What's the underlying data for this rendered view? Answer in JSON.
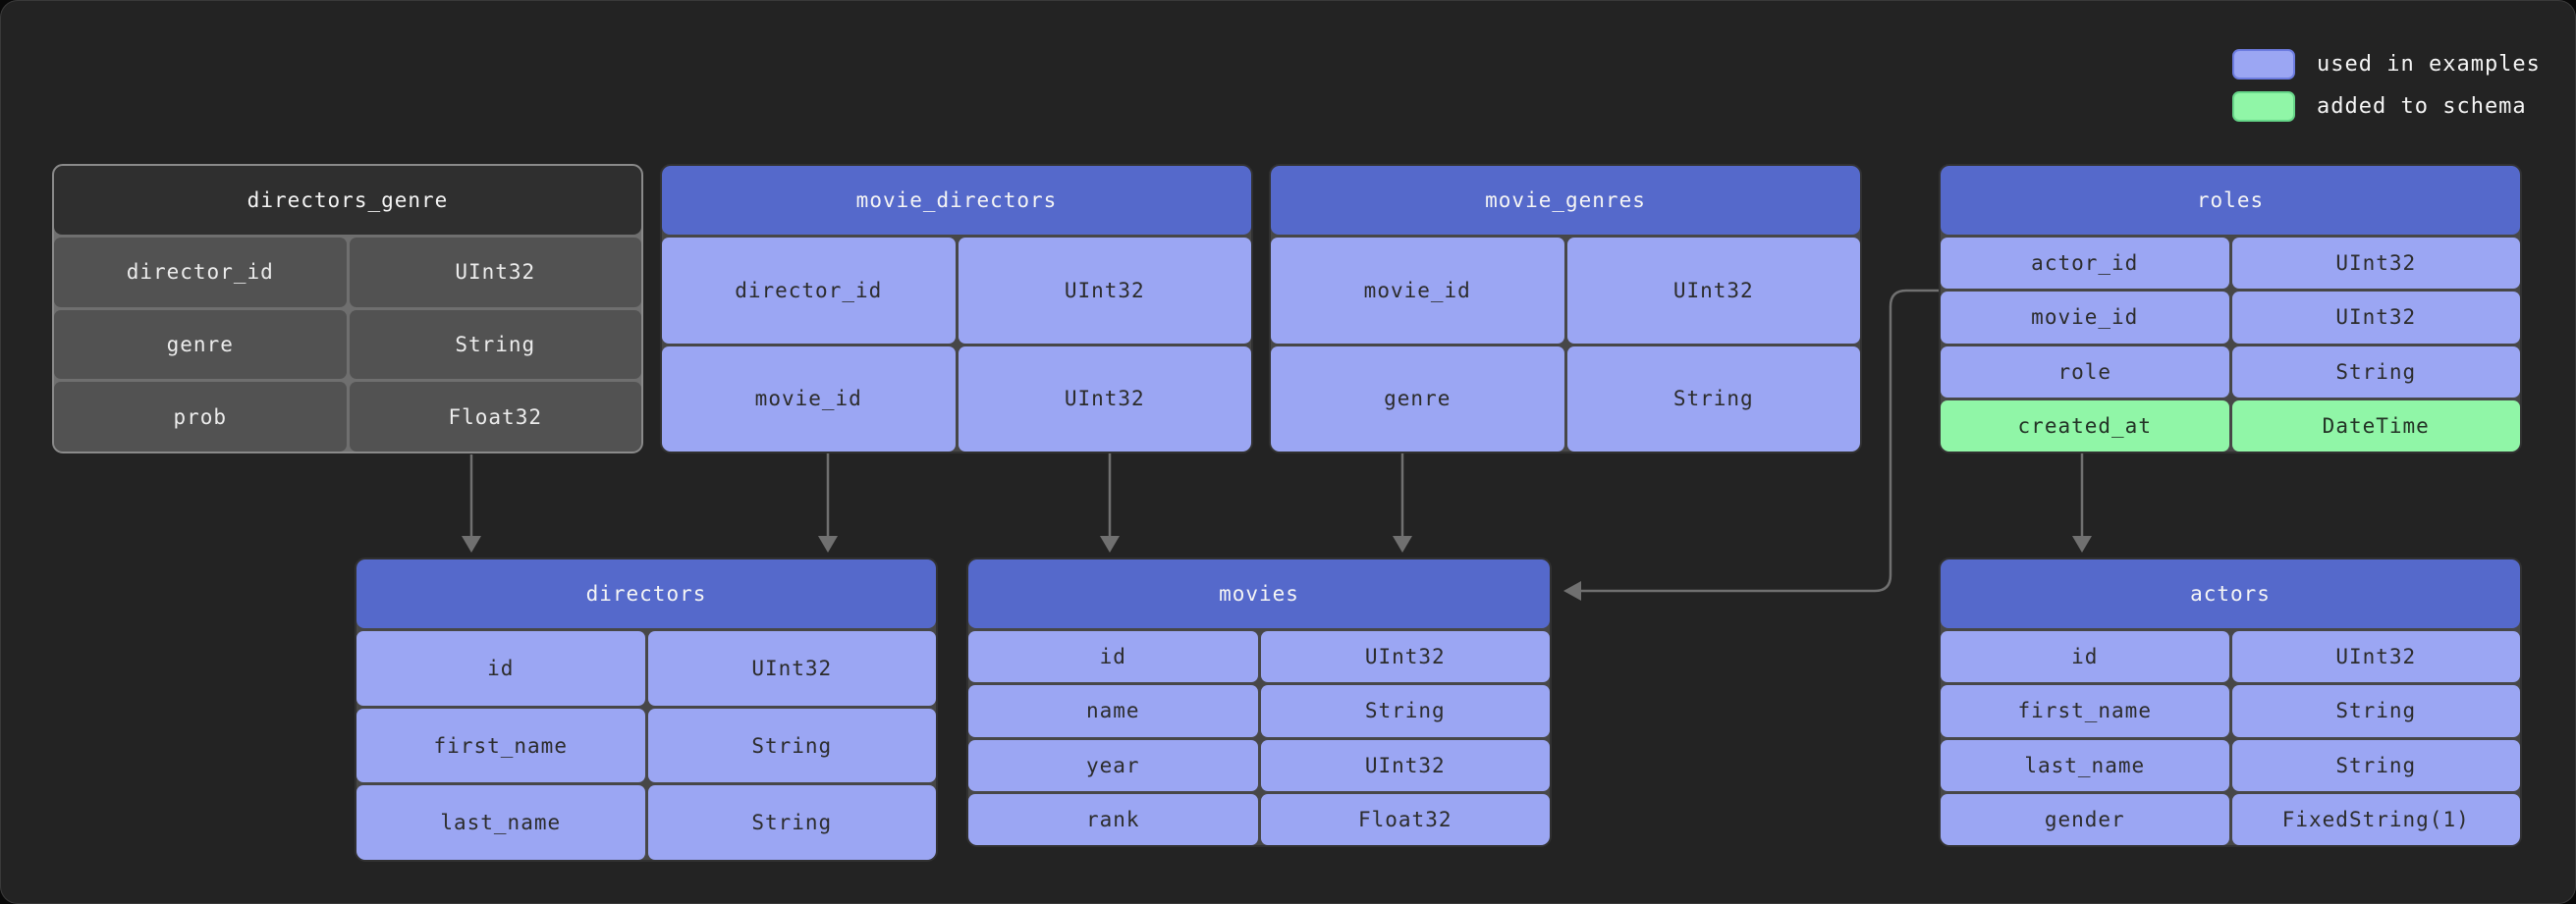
{
  "legend": {
    "items": [
      {
        "label": "used in examples",
        "color": "#9ba6f3"
      },
      {
        "label": "added to schema",
        "color": "#90f6a7"
      }
    ]
  },
  "colors": {
    "canvas_bg": "#232323",
    "table_header_blue": "#5569cb",
    "table_row_blue": "#9ba6f3",
    "table_header_dark": "#2f2f2f",
    "table_row_dark": "#525252",
    "added_row_green": "#90f6a7",
    "arrow_gray": "#707070"
  },
  "tables": [
    {
      "id": "directors_genre",
      "title": "directors_genre",
      "style": "dark",
      "fields": [
        {
          "name": "director_id",
          "type": "UInt32"
        },
        {
          "name": "genre",
          "type": "String"
        },
        {
          "name": "prob",
          "type": "Float32"
        }
      ]
    },
    {
      "id": "movie_directors",
      "title": "movie_directors",
      "style": "blue",
      "fields": [
        {
          "name": "director_id",
          "type": "UInt32"
        },
        {
          "name": "movie_id",
          "type": "UInt32"
        }
      ]
    },
    {
      "id": "movie_genres",
      "title": "movie_genres",
      "style": "blue",
      "fields": [
        {
          "name": "movie_id",
          "type": "UInt32"
        },
        {
          "name": "genre",
          "type": "String"
        }
      ]
    },
    {
      "id": "roles",
      "title": "roles",
      "style": "blue",
      "fields": [
        {
          "name": "actor_id",
          "type": "UInt32"
        },
        {
          "name": "movie_id",
          "type": "UInt32"
        },
        {
          "name": "role",
          "type": "String"
        },
        {
          "name": "created_at",
          "type": "DateTime",
          "added": true
        }
      ]
    },
    {
      "id": "directors",
      "title": "directors",
      "style": "blue",
      "fields": [
        {
          "name": "id",
          "type": "UInt32"
        },
        {
          "name": "first_name",
          "type": "String"
        },
        {
          "name": "last_name",
          "type": "String"
        }
      ]
    },
    {
      "id": "movies",
      "title": "movies",
      "style": "blue",
      "fields": [
        {
          "name": "id",
          "type": "UInt32"
        },
        {
          "name": "name",
          "type": "String"
        },
        {
          "name": "year",
          "type": "UInt32"
        },
        {
          "name": "rank",
          "type": "Float32"
        }
      ]
    },
    {
      "id": "actors",
      "title": "actors",
      "style": "blue",
      "fields": [
        {
          "name": "id",
          "type": "UInt32"
        },
        {
          "name": "first_name",
          "type": "String"
        },
        {
          "name": "last_name",
          "type": "String"
        },
        {
          "name": "gender",
          "type": "FixedString(1)"
        }
      ]
    }
  ],
  "relations": [
    {
      "from": "directors_genre",
      "to": "directors"
    },
    {
      "from": "movie_directors",
      "to": "directors"
    },
    {
      "from": "movie_directors",
      "to": "movies"
    },
    {
      "from": "movie_genres",
      "to": "movies"
    },
    {
      "from": "roles",
      "to": "movies"
    },
    {
      "from": "roles",
      "to": "actors"
    }
  ]
}
